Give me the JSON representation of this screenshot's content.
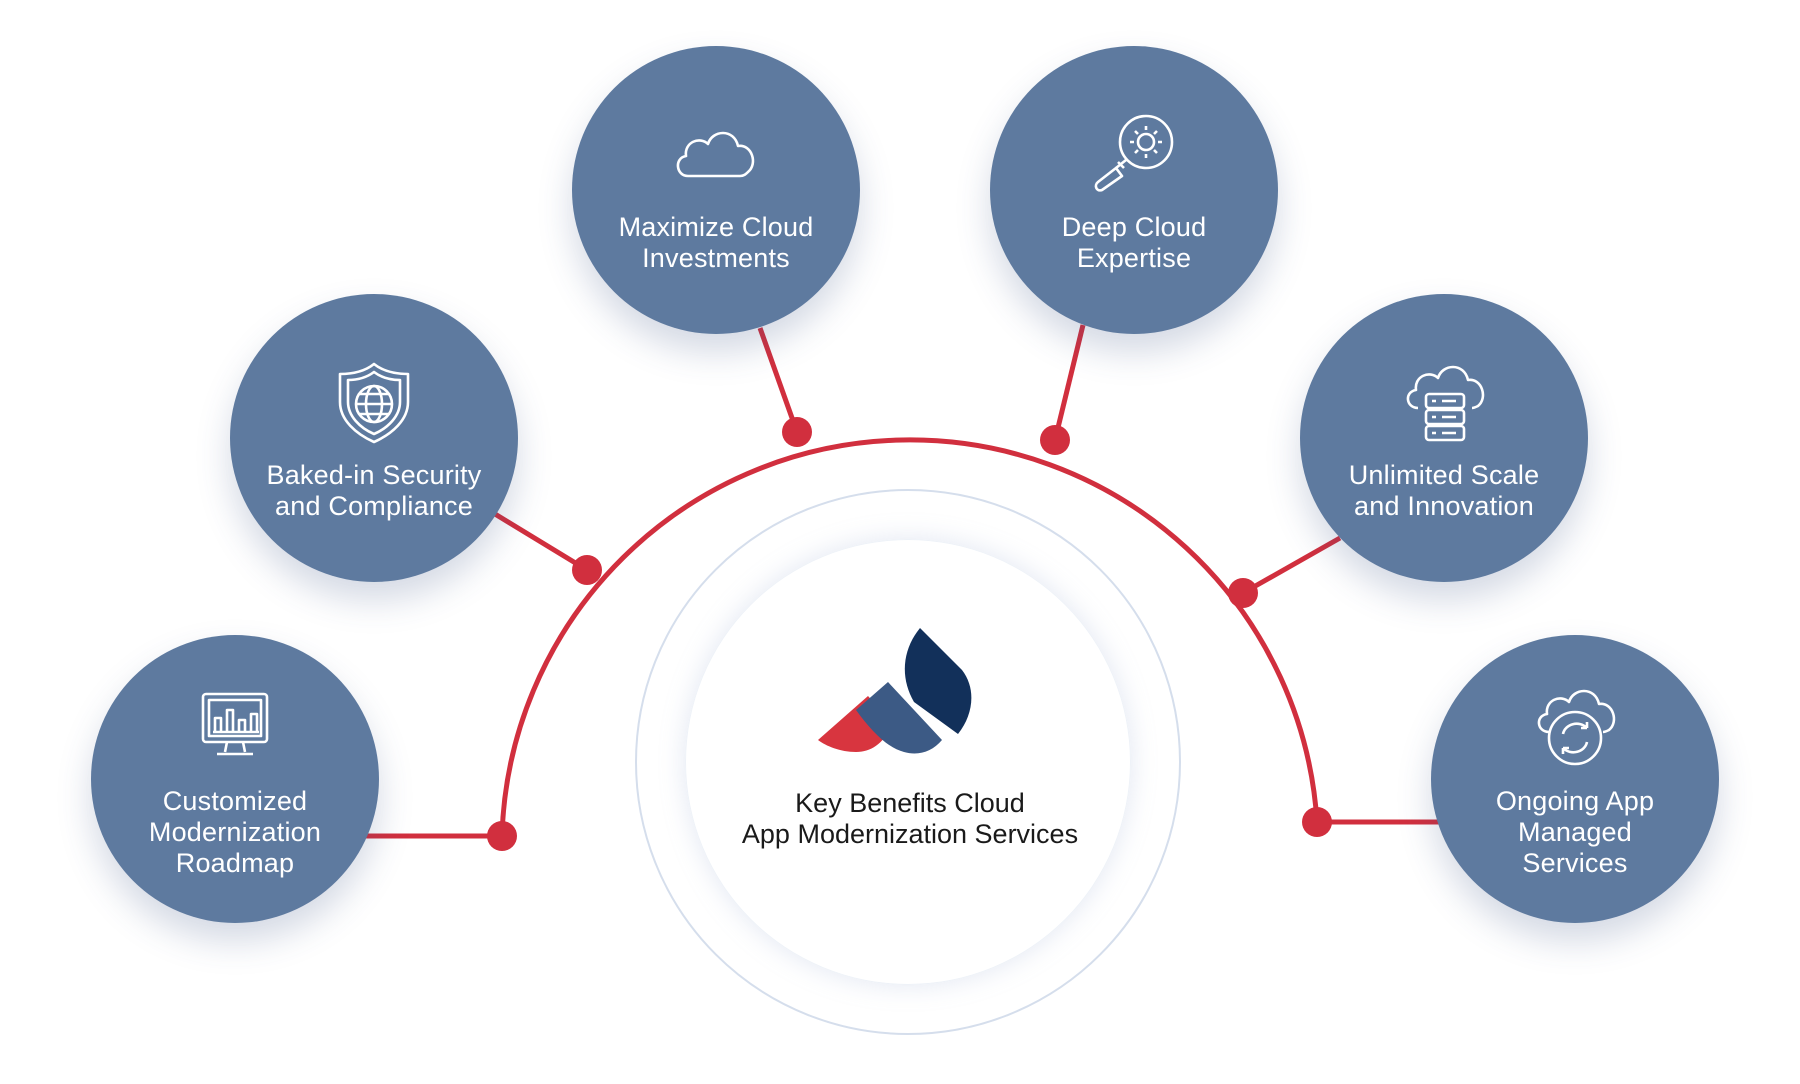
{
  "center": {
    "title": "Key Benefits Cloud\nApp Modernization Services",
    "logo": "brand-logo"
  },
  "colors": {
    "node_fill": "#5e7a9f",
    "connector": "#d12f3e",
    "logo_red": "#d8353f",
    "logo_mid": "#3c5a85",
    "logo_dark": "#12305a"
  },
  "benefits": [
    {
      "label": "Customized\nModernization\nRoadmap",
      "icon": "monitor-chart-icon"
    },
    {
      "label": "Baked-in Security\nand Compliance",
      "icon": "shield-globe-icon"
    },
    {
      "label": "Maximize Cloud\nInvestments",
      "icon": "cloud-icon"
    },
    {
      "label": "Deep Cloud\nExpertise",
      "icon": "magnifier-gear-icon"
    },
    {
      "label": "Unlimited Scale\nand Innovation",
      "icon": "cloud-server-icon"
    },
    {
      "label": "Ongoing App\nManaged\nServices",
      "icon": "cloud-refresh-icon"
    }
  ]
}
